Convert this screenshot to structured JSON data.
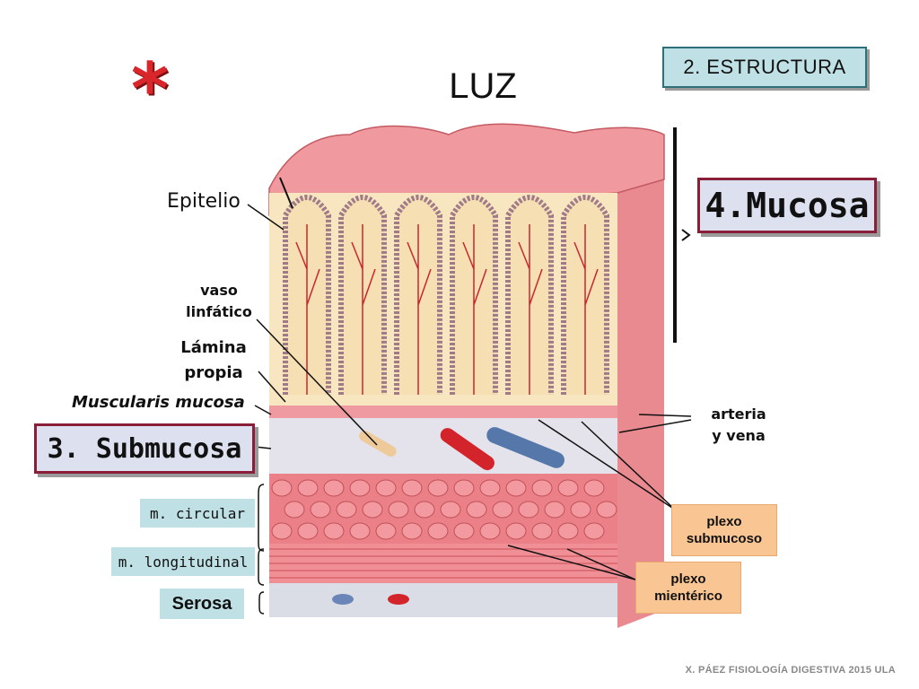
{
  "header": {
    "title": "LUZ",
    "asterisk": "*",
    "section_label": "2. ESTRUCTURA"
  },
  "layers": {
    "mucosa": "4.Mucosa",
    "submucosa": "3. Submucosa",
    "circular": "m. circular",
    "longitudinal": "m. longitudinal",
    "serosa": "Serosa"
  },
  "labels": {
    "epitelio": "Epitelio",
    "vaso_line1": "vaso",
    "vaso_line2": "linfático",
    "lamina_line1": "Lámina",
    "lamina_line2": "propia",
    "muscularis": "Muscularis mucosa",
    "arteria_line1": "arteria",
    "arteria_line2": "y vena",
    "plexo_sub_line1": "plexo",
    "plexo_sub_line2": "submucoso",
    "plexo_mien_line1": "plexo",
    "plexo_mien_line2": "mientérico"
  },
  "footer": {
    "credit": "X. PÁEZ   FISIOLOGÍA DIGESTIVA 2015  ULA"
  },
  "colors": {
    "mucosa_pink": "#f2a3a8",
    "villus_inner": "#f7e6bf",
    "submucosa": "#e4e2ea",
    "muscle": "#e9727a",
    "artery": "#d4242b",
    "vein": "#5577aa",
    "box_border": "#8a1d38",
    "teal_box": "#bfe0e4",
    "peach_box": "#f9c593"
  }
}
